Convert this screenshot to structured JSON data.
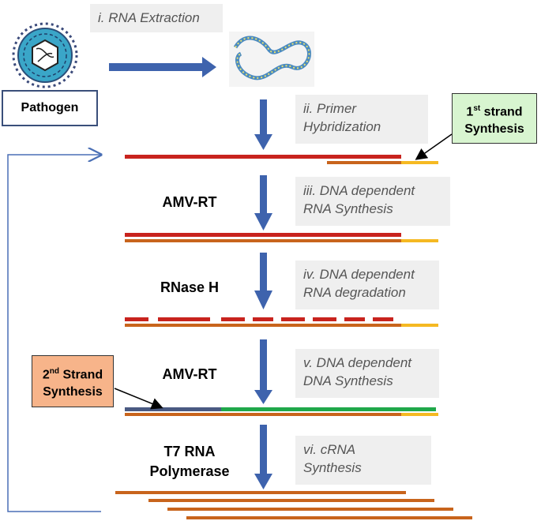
{
  "steps": {
    "s1": "i. RNA Extraction",
    "s2_l1": "ii. Primer",
    "s2_l2": "Hybridization",
    "s3_l1": "iii. DNA dependent",
    "s3_l2": "RNA Synthesis",
    "s4_l1": "iv. DNA dependent",
    "s4_l2": "RNA degradation",
    "s5_l1": "v. DNA dependent",
    "s5_l2": "DNA Synthesis",
    "s6_l1": "vi. cRNA",
    "s6_l2": "Synthesis"
  },
  "enzymes": {
    "amv1": "AMV-RT",
    "rnase": "RNase H",
    "amv2": "AMV-RT",
    "t7_l1": "T7 RNA",
    "t7_l2": "Polymerase"
  },
  "labels": {
    "pathogen": "Pathogen",
    "first_num": "1",
    "first_sup": "st",
    "first_word": "strand",
    "first_l2": "Synthesis",
    "second_num": "2",
    "second_sup": "nd",
    "second_word": "Strand",
    "second_l2": "Synthesis"
  },
  "colors": {
    "rna_red": "#c8231e",
    "dna_orange": "#c8641c",
    "primer_yellow": "#f5b922",
    "second_strand_blue": "#4a5a82",
    "green_strand": "#1fa84a",
    "arrow_blue": "#3e63ad"
  }
}
